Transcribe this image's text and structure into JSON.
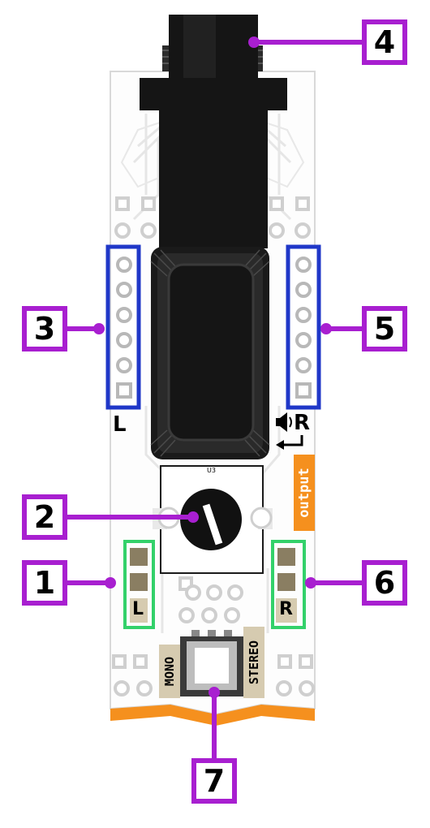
{
  "callouts": [
    {
      "id": "1",
      "label": "1",
      "target": "left-solder-jumper"
    },
    {
      "id": "2",
      "label": "2",
      "target": "volume-potentiometer"
    },
    {
      "id": "3",
      "label": "3",
      "target": "left-pin-header"
    },
    {
      "id": "4",
      "label": "4",
      "target": "audio-jack"
    },
    {
      "id": "5",
      "label": "5",
      "target": "right-pin-header"
    },
    {
      "id": "6",
      "label": "6",
      "target": "right-solder-jumper"
    },
    {
      "id": "7",
      "label": "7",
      "target": "mono-stereo-switch"
    }
  ],
  "silkscreen": {
    "left_header": "L",
    "right_header": "R",
    "left_jumper": "L",
    "right_jumper": "R",
    "output_tag": "output",
    "pot_ref": "U3",
    "switch_left": "MONO",
    "switch_right": "STEREO"
  },
  "colors": {
    "callout": "#a81fd0",
    "header_frame": "#1f37c8",
    "jumper_frame": "#33d16a",
    "output_tag": "#f5901e",
    "board_edge": "#f5901e",
    "board": "#fdfdfd",
    "trace": "#e6e6e6",
    "jumper_pad": "#8a7e62",
    "silk_tag": "#d6cbb0"
  },
  "icons": {
    "speaker": "speaker-icon",
    "return_arrow": "return-arrow-icon"
  }
}
